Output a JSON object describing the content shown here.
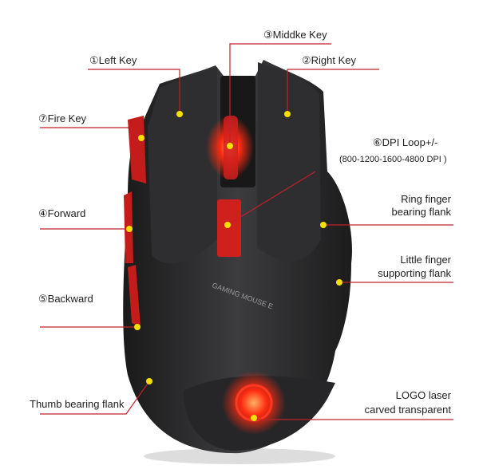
{
  "labels": {
    "middle_key": "③Middke Key",
    "left_key": "①Left Key",
    "right_key": "②Right Key",
    "fire_key": "⑦Fire Key",
    "dpi_loop": "⑥DPI Loop+/-",
    "dpi_values": "(800-1200-1600-4800 DPI )",
    "ring_finger_1": "Ring finger",
    "ring_finger_2": "bearing flank",
    "forward": "④Forward",
    "little_finger_1": "Little finger",
    "little_finger_2": "supporting flank",
    "backward": "⑤Backward",
    "thumb": "Thumb bearing flank",
    "logo_1": "LOGO laser",
    "logo_2": "carved transparent"
  },
  "product_print": "GAMING MOUSE E",
  "colors": {
    "leader_line": "#c0202a",
    "dot": "#f5e000",
    "body": "#2a2a2c",
    "accent": "#d0201e",
    "glow": "#ff2a10"
  }
}
